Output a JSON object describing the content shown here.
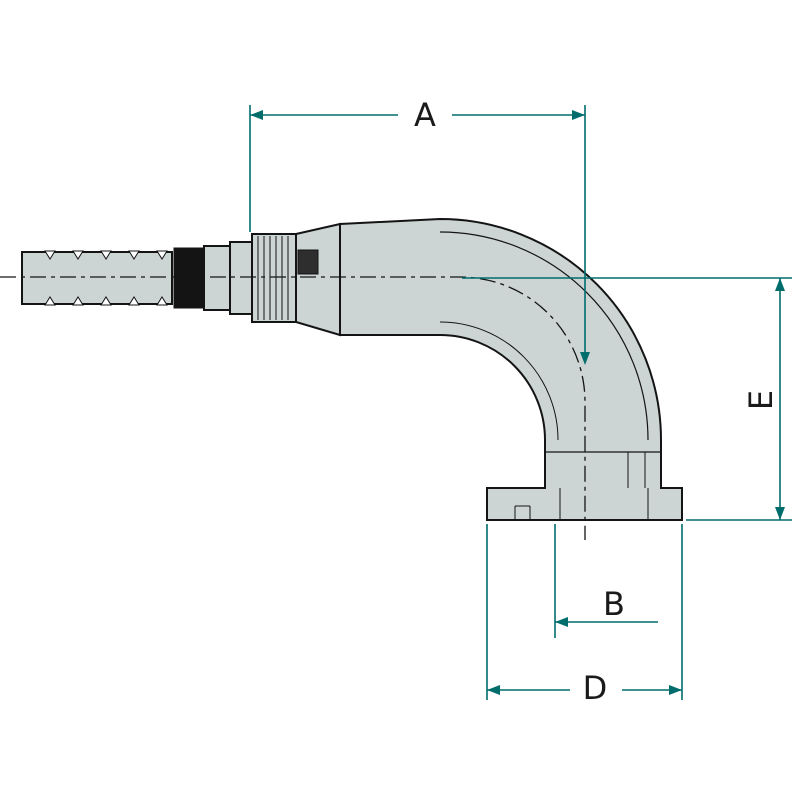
{
  "diagram": {
    "type": "technical-drawing",
    "subject": "90-degree-flange-hose-fitting",
    "labels": {
      "a": "A",
      "b": "B",
      "d": "D",
      "e": "E"
    },
    "colors": {
      "dimension": "#006d6d",
      "body_fill": "#ccd4d4",
      "outline": "#141414",
      "label_text": "#1a1a1a",
      "background": "#ffffff"
    }
  }
}
